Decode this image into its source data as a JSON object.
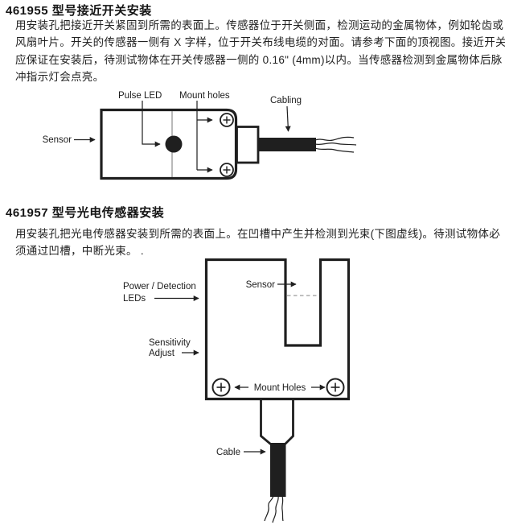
{
  "colors": {
    "ink": "#1c1c1c",
    "diagram_stroke": "#1f1f1f",
    "gray_line": "#8a8a8a",
    "dash_line": "#9a9a9a",
    "background": "#ffffff"
  },
  "section1": {
    "heading": "461955 型号接近开关安装",
    "body_lines": [
      "用安装孔把接近开关紧固到所需的表面上。传感器位于开关侧面，检测运动的金属物体，例如轮齿或",
      "风扇叶片。开关的传感器一侧有 X 字样，位于开关布线电缆的对面。请参考下面的顶视图。接近开关",
      "应保证在安装后，待测试物体在开关传感器一侧的 0.16\" (4mm)以内。当传感器检测到金属物体后脉",
      "冲指示灯会点亮。"
    ],
    "diagram": {
      "labels": {
        "sensor": "Sensor",
        "pulse_led": "Pulse LED",
        "mount_holes": "Mount holes",
        "cabling": "Cabling"
      }
    }
  },
  "section2": {
    "heading": "461957 型号光电传感器安装",
    "body_lines": [
      "用安装孔把光电传感器安装到所需的表面上。在凹槽中产生并检测到光束(下图虚线)。待测试物体必",
      "须通过凹槽，中断光束。 ."
    ],
    "diagram": {
      "labels": {
        "power_detection_1": "Power / Detection",
        "power_detection_2": "LEDs",
        "sensor": "Sensor",
        "sensitivity_1": "Sensitivity",
        "sensitivity_2": "Adjust",
        "mount_holes": "Mount Holes",
        "cable": "Cable"
      }
    }
  }
}
